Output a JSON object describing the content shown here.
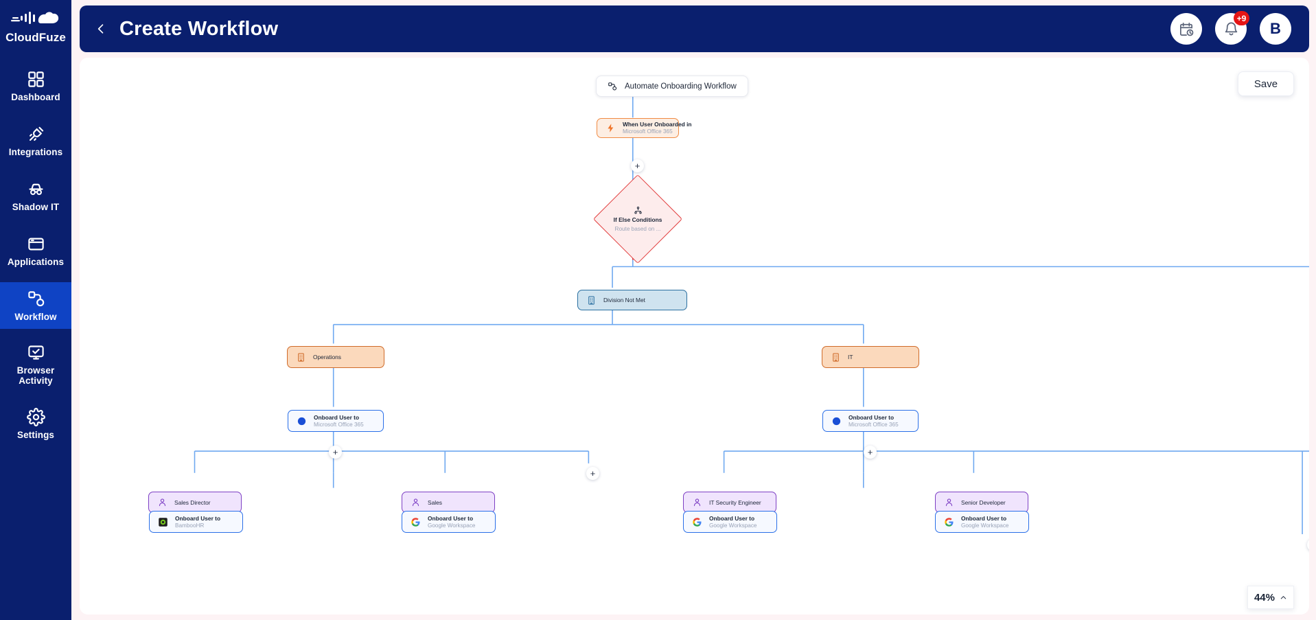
{
  "brand": {
    "name": "CloudFuze",
    "logo_icon": "cloudfuze-logo-icon"
  },
  "sidebar": {
    "items": [
      {
        "label": "Dashboard",
        "icon": "grid-icon",
        "active": false
      },
      {
        "label": "Integrations",
        "icon": "plug-icon",
        "active": false
      },
      {
        "label": "Shadow IT",
        "icon": "incognito-icon",
        "active": false
      },
      {
        "label": "Applications",
        "icon": "window-icon",
        "active": false
      },
      {
        "label": "Workflow",
        "icon": "workflow-icon",
        "active": true
      },
      {
        "label": "Browser Activity",
        "icon": "monitor-check-icon",
        "active": false
      },
      {
        "label": "Settings",
        "icon": "gear-icon",
        "active": false
      }
    ]
  },
  "header": {
    "title": "Create Workflow",
    "back_icon": "chevron-left-icon",
    "schedule_icon": "calendar-clock-icon",
    "notifications_icon": "bell-icon",
    "notifications_badge": "+9",
    "avatar_initial": "B"
  },
  "canvas": {
    "save_label": "Save",
    "zoom_level": "44%",
    "zoom_chevron_icon": "chevron-up-icon",
    "add_node_label": "+"
  },
  "workflow": {
    "title_card": {
      "label": "Automate Onboarding Workflow",
      "icon": "workflow-icon"
    },
    "nodes": [
      {
        "id": "trigger",
        "title": "When User Onboarded in",
        "subtitle": "Microsoft Office 365",
        "icon": "lightning-icon",
        "type": "trigger"
      },
      {
        "id": "condition",
        "title": "If Else Conditions",
        "subtitle": "Route based on ...",
        "icon": "branch-icon",
        "type": "condition"
      },
      {
        "id": "division",
        "title": "Division Not Met",
        "subtitle": "",
        "icon": "building-icon",
        "type": "division"
      },
      {
        "id": "dept-ops",
        "title": "Operations",
        "subtitle": "",
        "icon": "building-icon",
        "type": "department"
      },
      {
        "id": "dept-it",
        "title": "IT",
        "subtitle": "",
        "icon": "building-icon",
        "type": "department"
      },
      {
        "id": "app-ops",
        "title": "Onboard User to",
        "subtitle": "Microsoft Office 365",
        "icon": "office365-icon",
        "type": "application"
      },
      {
        "id": "app-it",
        "title": "Onboard User to",
        "subtitle": "Microsoft Office 365",
        "icon": "office365-icon",
        "type": "application"
      },
      {
        "id": "role-sales-director",
        "title": "Sales Director",
        "subtitle": "",
        "icon": "user-icon",
        "type": "role"
      },
      {
        "id": "role-sales",
        "title": "Sales",
        "subtitle": "",
        "icon": "user-icon",
        "type": "role"
      },
      {
        "id": "role-it-sec",
        "title": "IT Security Engineer",
        "subtitle": "",
        "icon": "user-icon",
        "type": "role"
      },
      {
        "id": "role-sr-dev",
        "title": "Senior Developer",
        "subtitle": "",
        "icon": "user-icon",
        "type": "role"
      },
      {
        "id": "app-bamboo",
        "title": "Onboard User to",
        "subtitle": "BambooHR",
        "icon": "bamboohr-icon",
        "type": "application"
      },
      {
        "id": "app-gws-1",
        "title": "Onboard User to",
        "subtitle": "Google Workspace",
        "icon": "google-icon",
        "type": "application"
      },
      {
        "id": "app-gws-2",
        "title": "Onboard User to",
        "subtitle": "Google Workspace",
        "icon": "google-icon",
        "type": "application"
      },
      {
        "id": "app-gws-3",
        "title": "Onboard User to",
        "subtitle": "Google Workspace",
        "icon": "google-icon",
        "type": "application"
      }
    ]
  },
  "colors": {
    "brand_navy": "#0a1f6e",
    "active_blue": "#0f43c4",
    "edge_blue": "#6ea8f0",
    "trigger_orange": "#f08a42",
    "condition_red": "#e23c3c",
    "department_orange": "#cf6a28",
    "role_purple": "#7d3fc4",
    "division_blue": "#2a6fa0",
    "app_blue": "#2a6fe8",
    "badge_red": "#e51515"
  }
}
